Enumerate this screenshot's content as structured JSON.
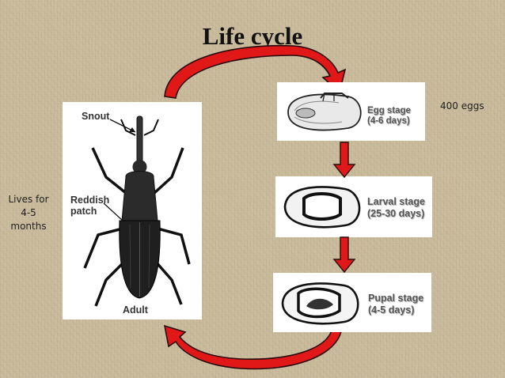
{
  "title": "Life cycle",
  "notes": {
    "eggs": "400 eggs",
    "lifespan_line1": "Lives for",
    "lifespan_line2": "4-5",
    "lifespan_line3": "months"
  },
  "adult_panel": {
    "snout_label": "Snout",
    "patch_line1": "Reddish",
    "patch_line2": "patch",
    "adult_label": "Adult"
  },
  "stages": [
    {
      "name": "Egg stage",
      "duration": "(4-6 days)"
    },
    {
      "name": "Larval stage",
      "duration": "(25-30 days)"
    },
    {
      "name": "Pupal stage",
      "duration": "(4-5 days)"
    }
  ],
  "colors": {
    "arrow": "#e01818",
    "arrow_outline": "#2a0a0a",
    "background": "#c9bb9b"
  }
}
